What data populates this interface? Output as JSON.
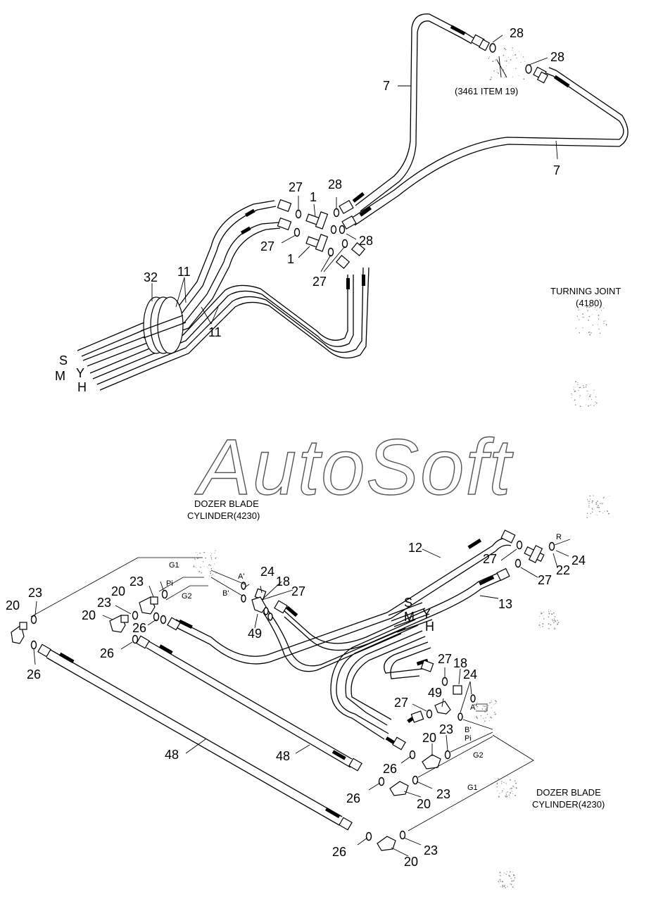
{
  "watermark": "AutoSoft",
  "references": {
    "turning_joint": [
      "TURNING JOINT",
      "(4180)"
    ],
    "dozer_blade_cylinder_top": [
      "DOZER BLADE",
      "CYLINDER(4230)"
    ],
    "dozer_blade_cylinder_bottom": [
      "DOZER BLADE",
      "CYLINDER(4230)"
    ],
    "item_ref": "(3461 ITEM 19)"
  },
  "port_labels": {
    "upper": [
      "S",
      "M",
      "Y",
      "H"
    ],
    "lower": [
      "S",
      "M",
      "Y",
      "H"
    ],
    "cyl_top": [
      "G1",
      "Pi",
      "G2",
      "A'",
      "B'"
    ],
    "cyl_bottom": [
      "A'",
      "B'",
      "Pi",
      "G2",
      "G1"
    ],
    "r_port": "R"
  },
  "part_numbers": {
    "p28a": "28",
    "p28b": "28",
    "p28c": "28",
    "p28d": "28",
    "p7a": "7",
    "p7b": "7",
    "p27a": "27",
    "p27b": "27",
    "p27c": "27",
    "p1a": "1",
    "p1b": "1",
    "p32": "32",
    "p11a": "11",
    "p11b": "11",
    "p12": "12",
    "p13": "13",
    "p27d": "27",
    "p27e": "27",
    "p27f": "27",
    "p27g": "27",
    "p27h": "27",
    "p22": "22",
    "p24a": "24",
    "p24b": "24",
    "p24c": "24",
    "p18a": "18",
    "p18b": "18",
    "p49a": "49",
    "p49b": "49",
    "p20a": "20",
    "p20b": "20",
    "p20c": "20",
    "p20d": "20",
    "p20e": "20",
    "p20f": "20",
    "p23a": "23",
    "p23b": "23",
    "p23c": "23",
    "p23d": "23",
    "p23e": "23",
    "p23f": "23",
    "p26a": "26",
    "p26b": "26",
    "p26c": "26",
    "p26d": "26",
    "p26e": "26",
    "p26f": "26",
    "p48a": "48",
    "p48b": "48"
  }
}
